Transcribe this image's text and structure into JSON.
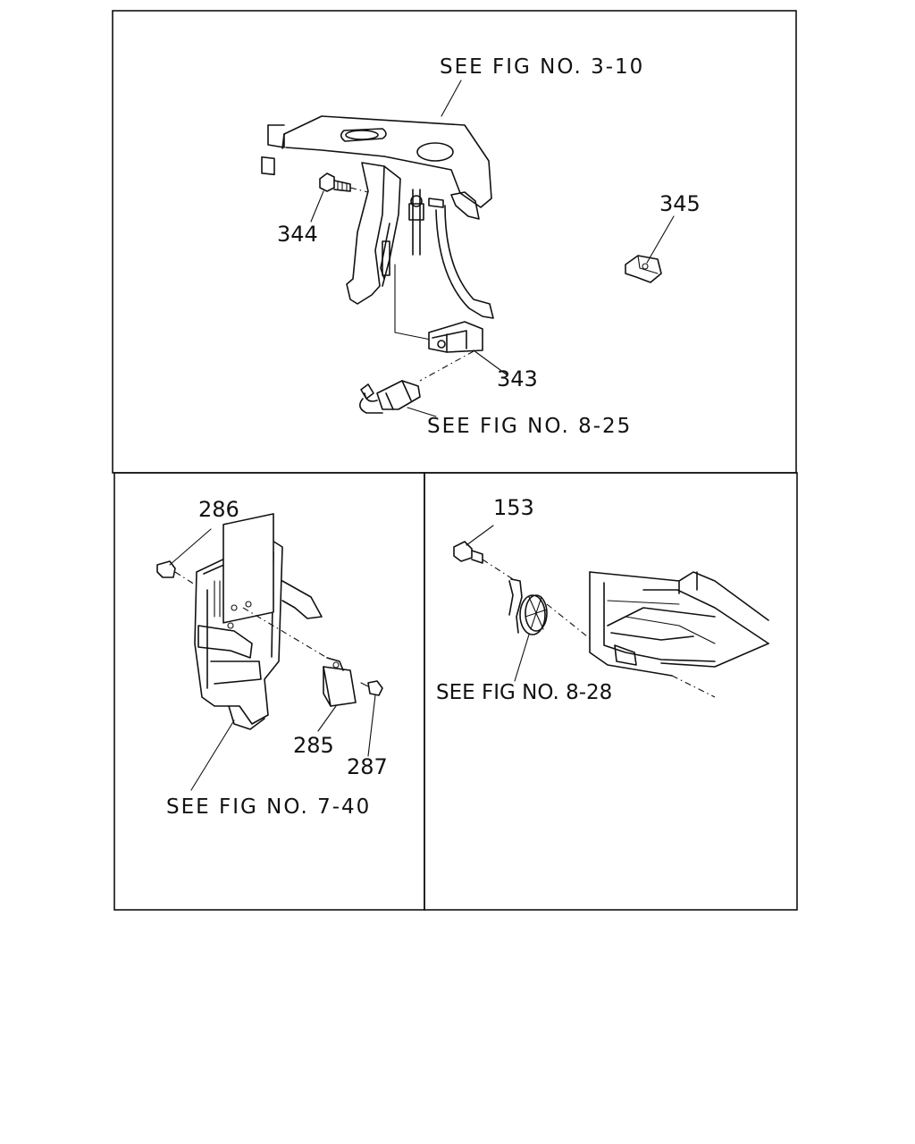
{
  "panels": {
    "top": {
      "refs": [
        "SEE FIG NO. 3-10",
        "SEE FIG NO. 8-25"
      ],
      "parts": [
        "344",
        "345",
        "343"
      ]
    },
    "bottom_left": {
      "refs": [
        "SEE FIG NO. 7-40"
      ],
      "parts": [
        "286",
        "285",
        "287"
      ]
    },
    "bottom_right": {
      "refs": [
        "SEE FIG NO. 8-28"
      ],
      "parts": [
        "153"
      ]
    }
  }
}
